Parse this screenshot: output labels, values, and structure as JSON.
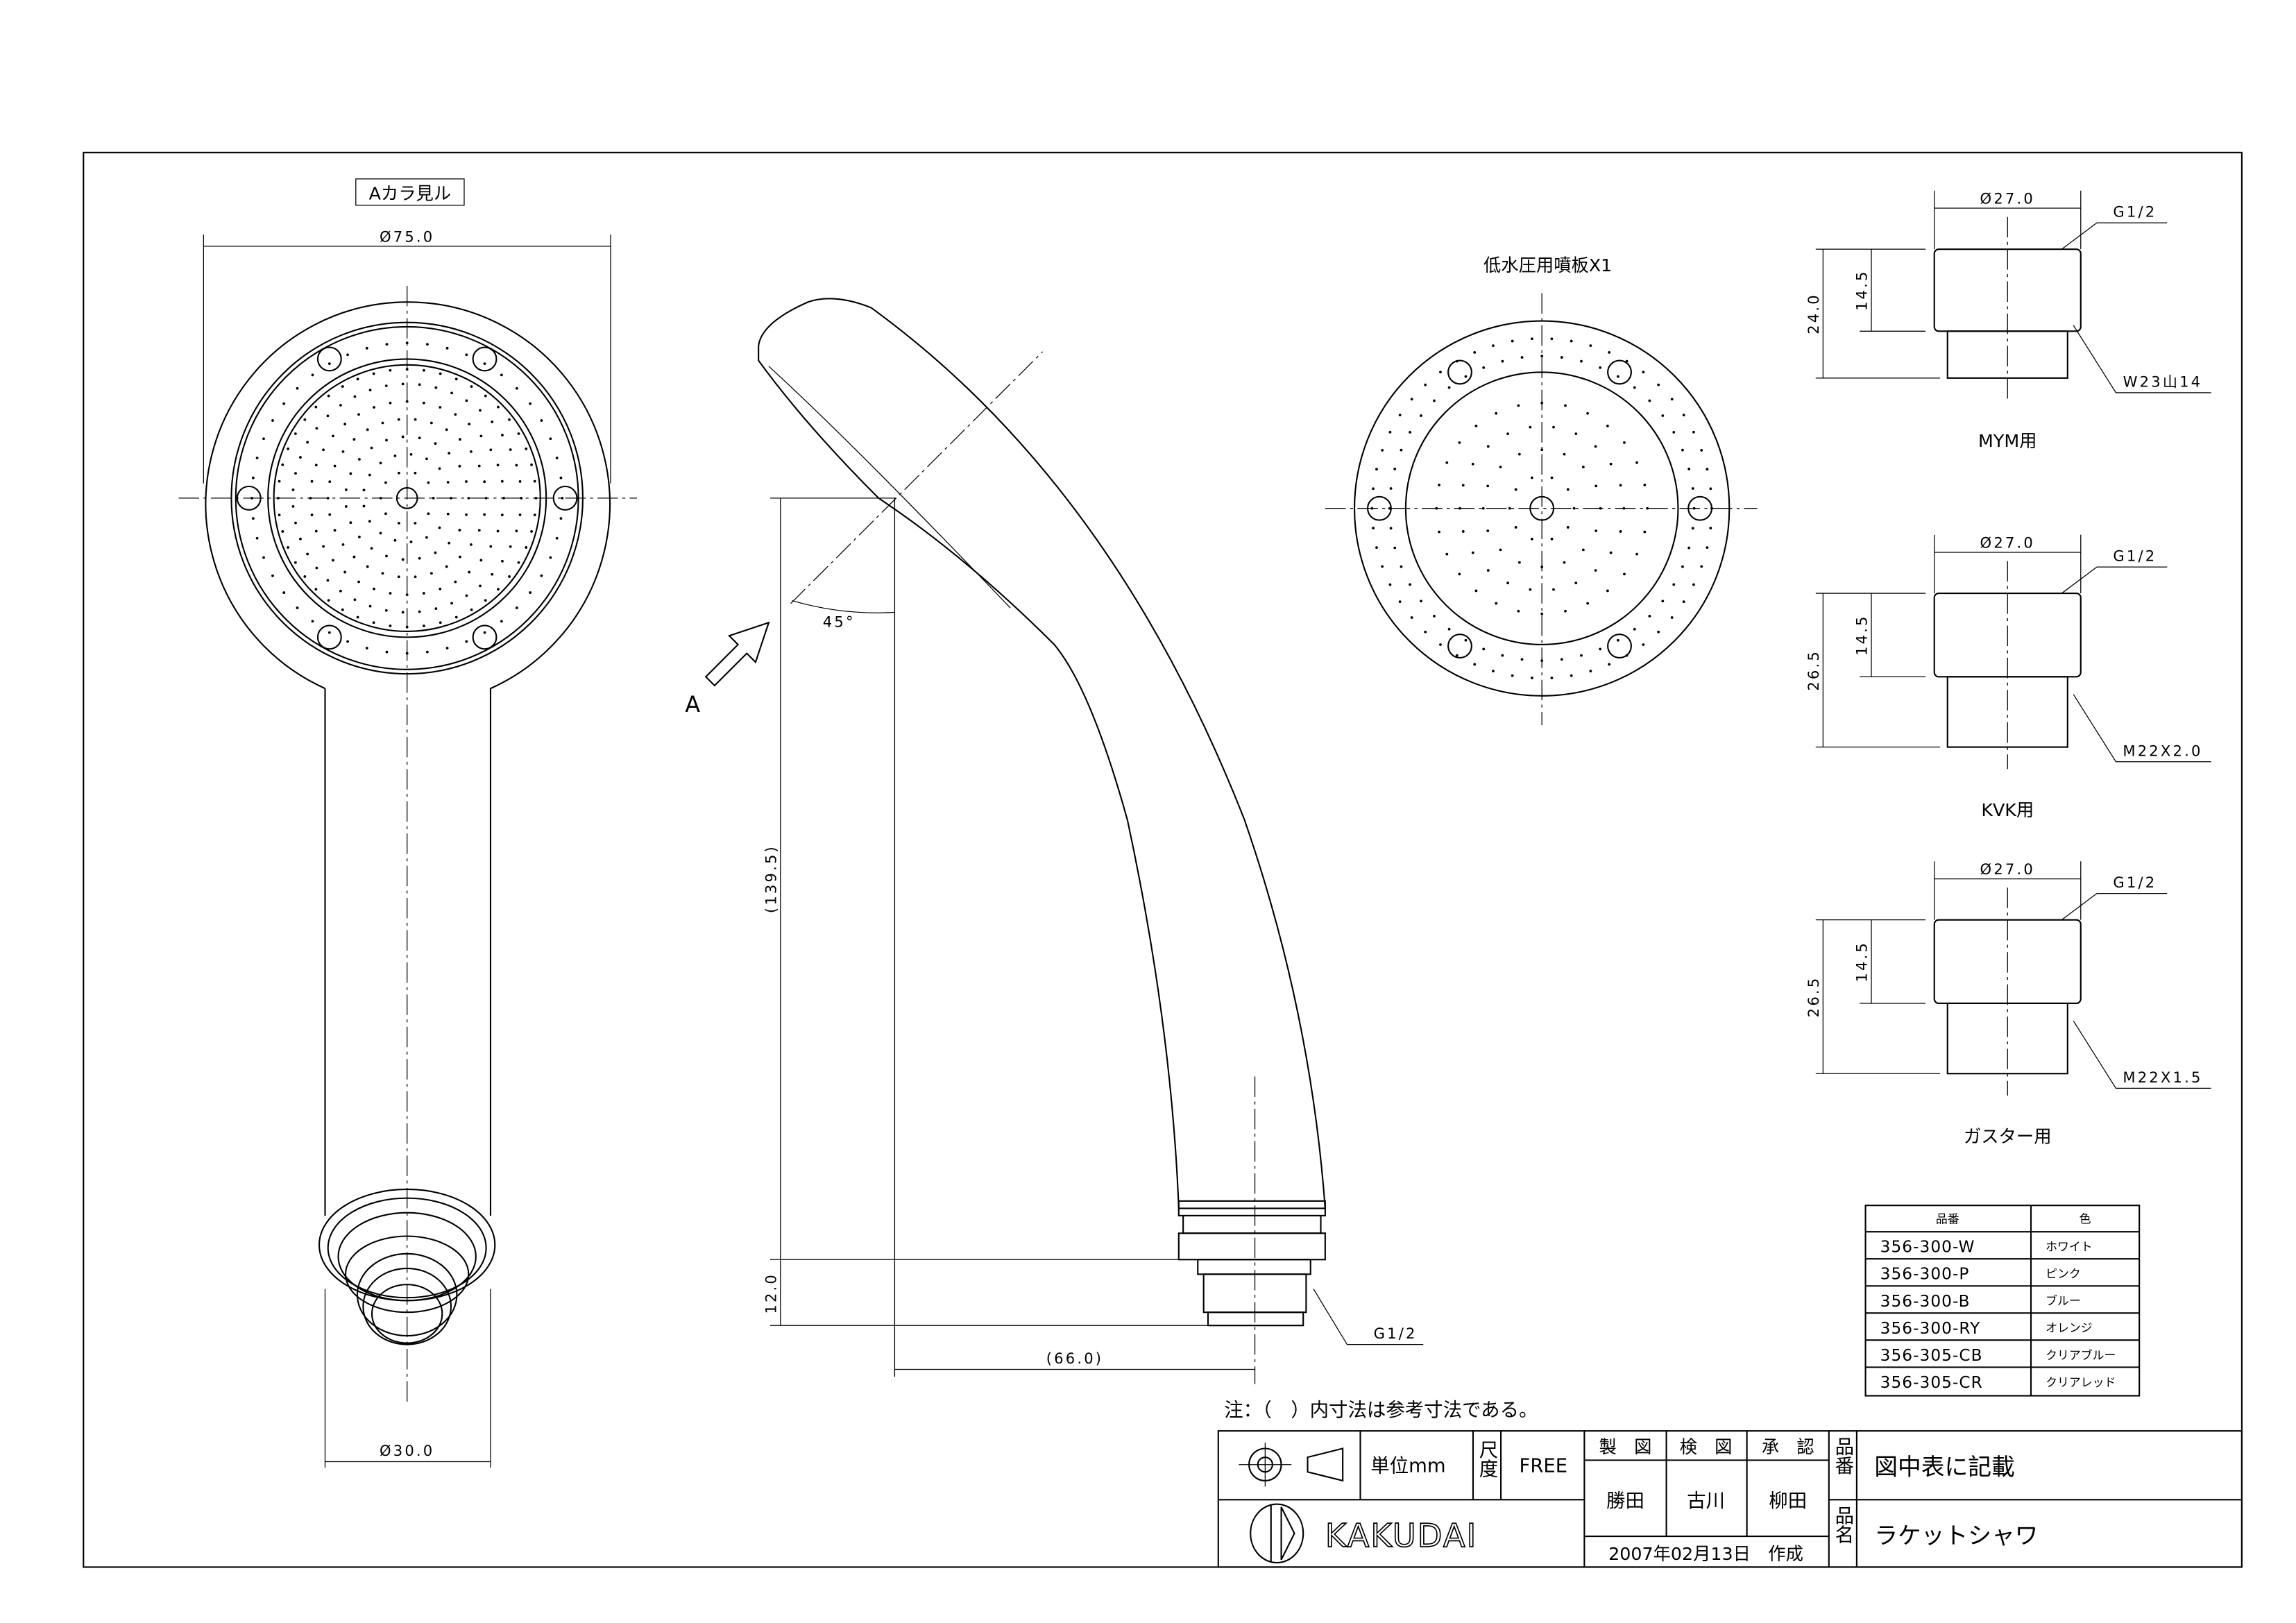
{
  "front_view": {
    "label": "Aカラ見ル",
    "dia_head": "Ø75.0",
    "dia_conn": "Ø30.0"
  },
  "side_view": {
    "dim_height": "(139.5)",
    "dim_conn": "12.0",
    "dim_offset": "(66.0)",
    "angle": "45°",
    "view_arrow": "A",
    "thread": "G1/2"
  },
  "nozzle_plate": {
    "title": "低水圧用噴板X1"
  },
  "adapters": [
    {
      "name": "MYM用",
      "dia": "Ø27.0",
      "top_thread": "G1/2",
      "height": "24.0",
      "body": "14.5",
      "bottom_thread": "W23山14"
    },
    {
      "name": "KVK用",
      "dia": "Ø27.0",
      "top_thread": "G1/2",
      "height": "26.5",
      "body": "14.5",
      "bottom_thread": "M22X2.0"
    },
    {
      "name": "ガスター用",
      "dia": "Ø27.0",
      "top_thread": "G1/2",
      "height": "26.5",
      "body": "14.5",
      "bottom_thread": "M22X1.5"
    }
  ],
  "parts_table": {
    "headers": [
      "品番",
      "色"
    ],
    "rows": [
      [
        "356-300-W",
        "ホワイト"
      ],
      [
        "356-300-P",
        "ピンク"
      ],
      [
        "356-300-B",
        "ブルー"
      ],
      [
        "356-300-RY",
        "オレンジ"
      ],
      [
        "356-305-CB",
        "クリアブルー"
      ],
      [
        "356-305-CR",
        "クリアレッド"
      ]
    ]
  },
  "note": "注：（　）内寸法は参考寸法である。",
  "title_block": {
    "unit": "単位mm",
    "scale_label": "尺度",
    "scale": "FREE",
    "drawn_label": "製　図",
    "checked_label": "検　図",
    "approved_label": "承　認",
    "drawn": "勝田",
    "checked": "古川",
    "approved": "柳田",
    "date": "2007年02月13日　作成",
    "part_no_label": "品番",
    "part_no": "図中表に記載",
    "part_name_label": "品名",
    "part_name": "ラケットシャワ",
    "company": "KAKUDAI"
  }
}
